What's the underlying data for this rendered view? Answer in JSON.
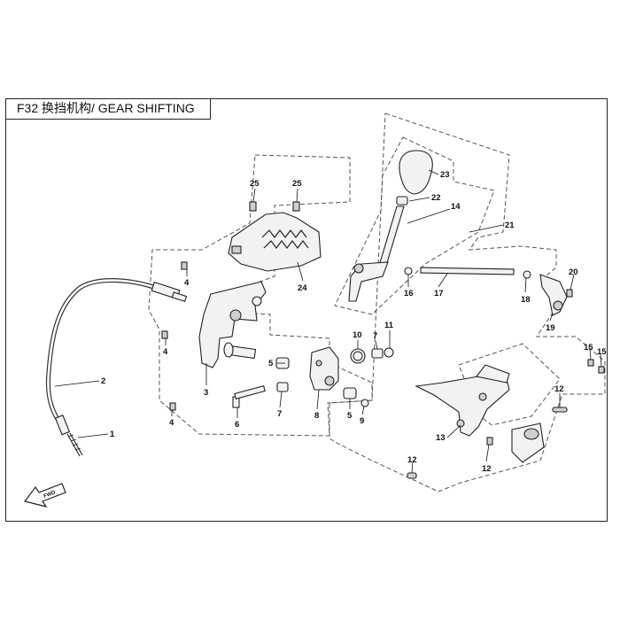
{
  "title": "F32 换挡机构/ GEAR SHIFTING",
  "fwd_label": "FWD",
  "callouts": {
    "c1": "1",
    "c2": "2",
    "c3": "3",
    "c4a": "4",
    "c4b": "4",
    "c4c": "4",
    "c5a": "5",
    "c5b": "5",
    "c6": "6",
    "c7a": "7",
    "c7b": "7",
    "c8": "8",
    "c9": "9",
    "c10": "10",
    "c11": "11",
    "c12a": "12",
    "c12b": "12",
    "c12c": "12",
    "c13": "13",
    "c14": "14",
    "c15a": "15",
    "c15b": "15",
    "c16": "16",
    "c17": "17",
    "c18": "18",
    "c19": "19",
    "c20": "20",
    "c21": "21",
    "c22": "22",
    "c23": "23",
    "c24": "24",
    "c25a": "25",
    "c25b": "25"
  }
}
